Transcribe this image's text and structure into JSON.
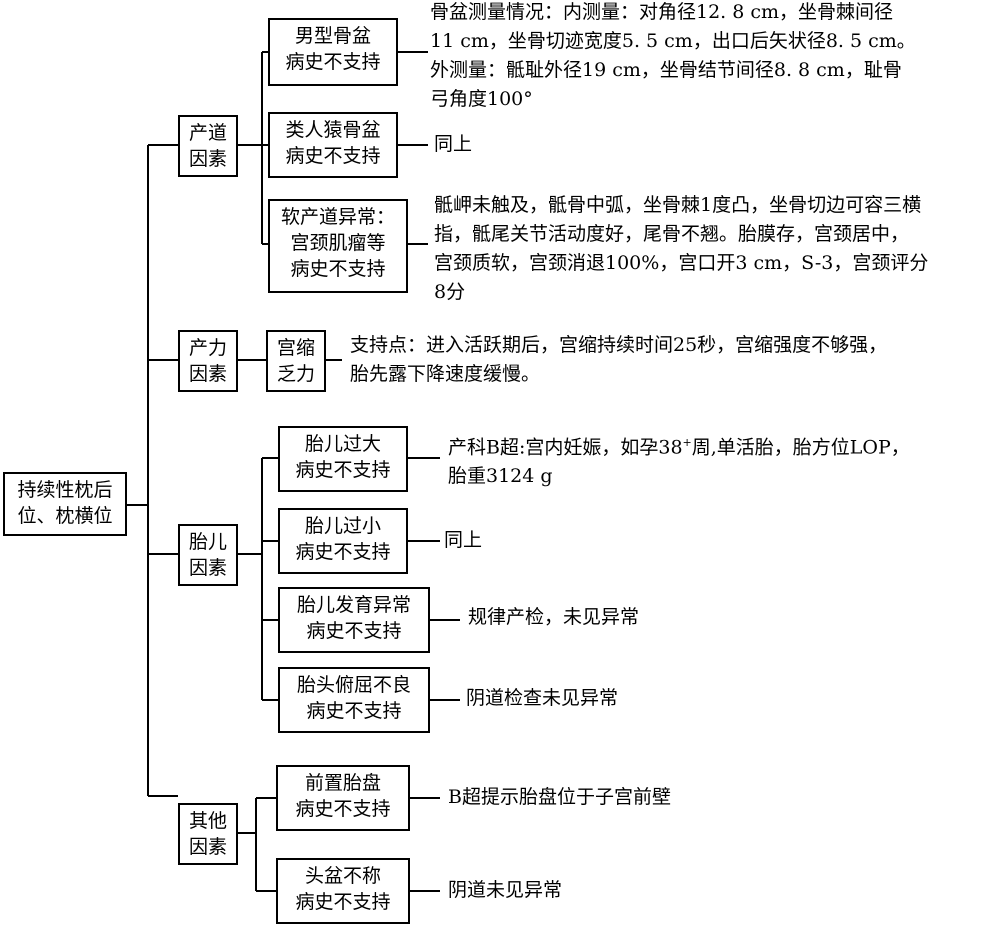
{
  "root": {
    "line1": "持续性枕后",
    "line2": "位、枕横位"
  },
  "categories": {
    "birth_canal": {
      "line1": "产道",
      "line2": "因素"
    },
    "force": {
      "line1": "产力",
      "line2": "因素"
    },
    "fetal": {
      "line1": "胎儿",
      "line2": "因素"
    },
    "other": {
      "line1": "其他",
      "line2": "因素"
    }
  },
  "nodes": {
    "male_pelvis": {
      "line1": "男型骨盆",
      "line2": "病史不支持",
      "note": [
        "骨盆测量情况：内测量：对角径12. 8 cm，坐骨棘间径",
        "11 cm，坐骨切迹宽度5. 5 cm，出口后矢状径8. 5 cm。",
        "外测量：骶耻外径19 cm，坐骨结节间径8. 8 cm，耻骨",
        "弓角度100°"
      ]
    },
    "anthropoid_pelvis": {
      "line1": "类人猿骨盆",
      "line2": "病史不支持",
      "note": [
        "同上"
      ]
    },
    "soft_canal": {
      "line1": "软产道异常：",
      "line2": "宫颈肌瘤等",
      "line3": "病史不支持",
      "note": [
        "骶岬未触及，骶骨中弧，坐骨棘1度凸，坐骨切边可容三横",
        "指，骶尾关节活动度好，尾骨不翘。胎膜存，宫颈居中，",
        "宫颈质软，宫颈消退100%，宫口开3 cm，S-3，宫颈评分",
        "8分"
      ]
    },
    "uterine_inertia": {
      "line1": "宫缩",
      "line2": "乏力",
      "note": [
        "支持点：进入活跃期后，宫缩持续时间25秒，宫缩强度不够强，",
        "胎先露下降速度缓慢。"
      ]
    },
    "fetal_large": {
      "line1": "胎儿过大",
      "line2": "病史不支持",
      "note_prefix": "产科B超:宫内妊娠，如孕38",
      "note_sup": "+",
      "note_suffix": "周,单活胎，胎方位LOP，",
      "note_line2": "胎重3124 g"
    },
    "fetal_small": {
      "line1": "胎儿过小",
      "line2": "病史不支持",
      "note": [
        "同上"
      ]
    },
    "fetal_abnormal": {
      "line1": "胎儿发育异常",
      "line2": "病史不支持",
      "note": [
        "规律产检，未见异常"
      ]
    },
    "poor_flexion": {
      "line1": "胎头俯屈不良",
      "line2": "病史不支持",
      "note": [
        "阴道检查未见异常"
      ]
    },
    "anterior_placenta": {
      "line1": "前置胎盘",
      "line2": "病史不支持",
      "note": [
        "B超提示胎盘位于子宫前壁"
      ]
    },
    "cpd": {
      "line1": "头盆不称",
      "line2": "病史不支持",
      "note": [
        "阴道未见异常"
      ]
    }
  }
}
